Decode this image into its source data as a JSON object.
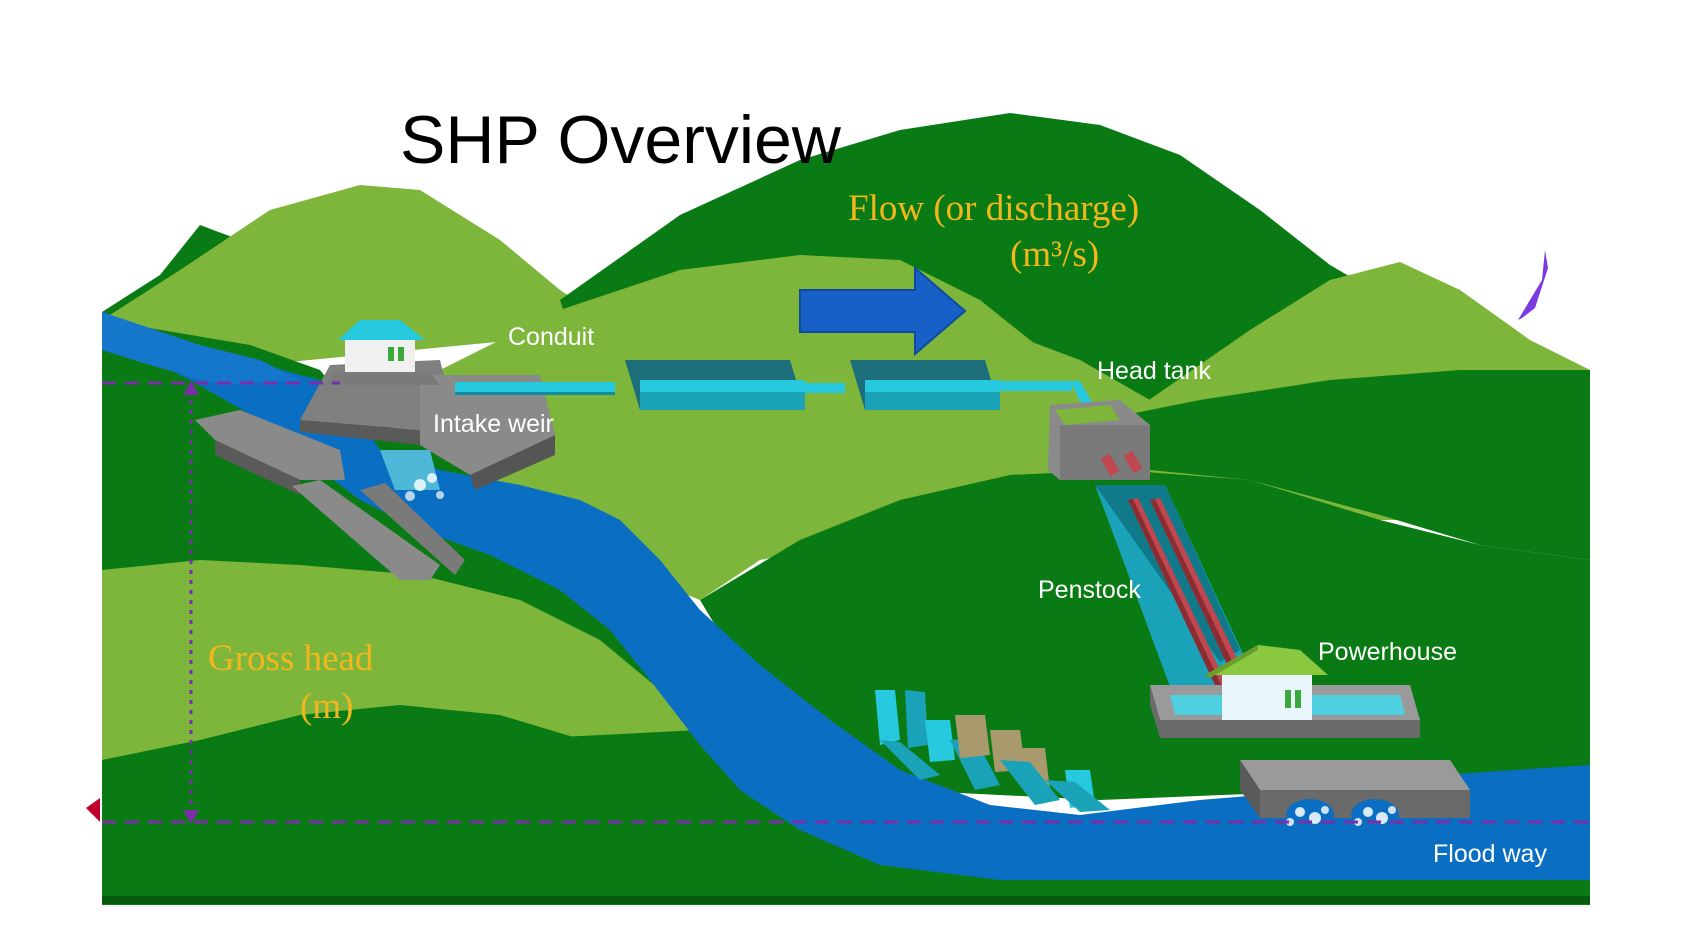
{
  "title": "SHP Overview",
  "flow_label": {
    "line1": "Flow (or discharge)",
    "line2": "(m³/s)"
  },
  "gross_head_label": {
    "line1": "Gross head",
    "line2": "(m)"
  },
  "components": {
    "conduit": "Conduit",
    "head_tank": "Head tank",
    "intake_weir": "Intake weir",
    "penstock": "Penstock",
    "powerhouse": "Powerhouse",
    "flood_way": "Flood way"
  },
  "colors": {
    "dark_green": "#0a7a14",
    "light_green": "#7db63a",
    "water": "#0a6fc2",
    "concrete": "#7a7a7a",
    "pipe": "#27c9de",
    "penstock_pipe": "#c0474f",
    "label_orange": "#f2b71c",
    "head_line": "#7a2ea8",
    "arrow": "#1760c8"
  }
}
